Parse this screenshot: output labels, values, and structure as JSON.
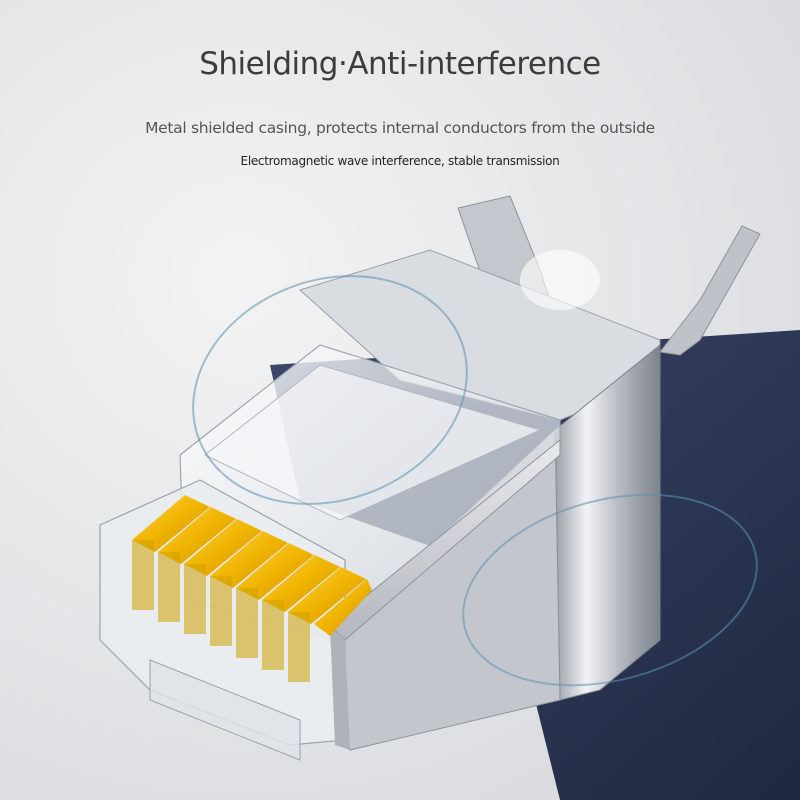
{
  "headline": "Shielding·Anti-interference",
  "subtitle_line1": "Metal shielded casing, protects internal conductors from the outside",
  "subtitle_line2": "Electromagnetic wave interference, stable transmission",
  "colors": {
    "background": "#e6e7e9",
    "cable": "#2f3b58",
    "shield_metal": "#c9ccd2",
    "contacts_gold": "#f0b400",
    "wave_ring": "#5b8fb0"
  }
}
